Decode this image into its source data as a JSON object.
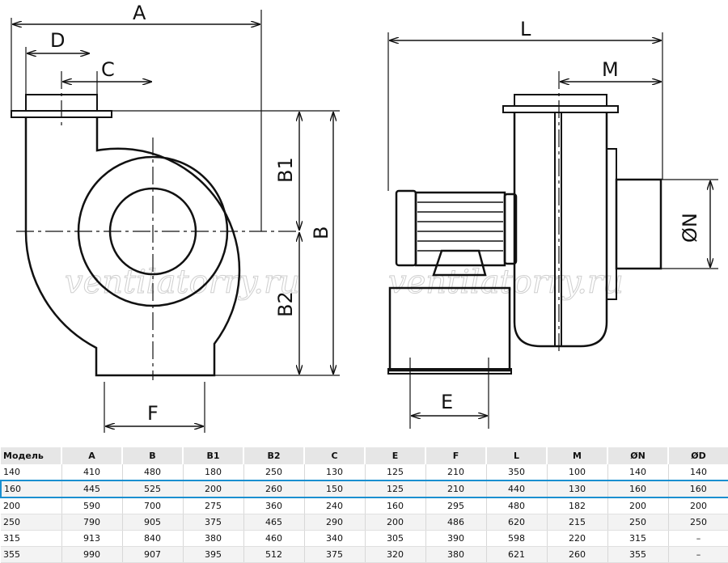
{
  "drawing": {
    "watermark": "ventilatorry.ru",
    "labels": {
      "A": "A",
      "D": "D",
      "C": "C",
      "B1": "B1",
      "B2": "B2",
      "B": "B",
      "F": "F",
      "L": "L",
      "M": "M",
      "N": "ØN",
      "E": "E"
    }
  },
  "table": {
    "headers": [
      "Модель",
      "A",
      "B",
      "B1",
      "B2",
      "C",
      "E",
      "F",
      "L",
      "M",
      "ØN",
      "ØD"
    ],
    "highlight_color": "#1a8fd0",
    "highlighted_model": "160",
    "rows": [
      [
        "140",
        "410",
        "480",
        "180",
        "250",
        "130",
        "125",
        "210",
        "350",
        "100",
        "140",
        "140"
      ],
      [
        "160",
        "445",
        "525",
        "200",
        "260",
        "150",
        "125",
        "210",
        "440",
        "130",
        "160",
        "160"
      ],
      [
        "200",
        "590",
        "700",
        "275",
        "360",
        "240",
        "160",
        "295",
        "480",
        "182",
        "200",
        "200"
      ],
      [
        "250",
        "790",
        "905",
        "375",
        "465",
        "290",
        "200",
        "486",
        "620",
        "215",
        "250",
        "250"
      ],
      [
        "315",
        "913",
        "840",
        "380",
        "460",
        "340",
        "305",
        "390",
        "598",
        "220",
        "315",
        "–"
      ],
      [
        "355",
        "990",
        "907",
        "395",
        "512",
        "375",
        "320",
        "380",
        "621",
        "260",
        "355",
        "–"
      ]
    ]
  }
}
